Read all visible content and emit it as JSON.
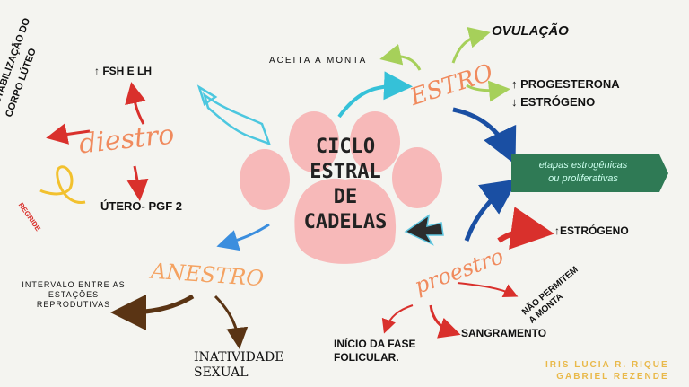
{
  "center": {
    "line1": "CICLO",
    "line2": "ESTRAL",
    "line3": "DE",
    "line4": "CADELAS"
  },
  "phases": {
    "diestro": "diestro",
    "anestro": "ANESTRO",
    "estro": "ESTRO",
    "proestro": "proestro"
  },
  "labels": {
    "fsh_lh": "↑ FSH E LH",
    "corpo_luteo_1": "ESTABILIZAÇÃO DO",
    "corpo_luteo_2": "CORPO LÚTEO",
    "regride": "REGRIDE",
    "utero": "ÚTERO- PGF 2",
    "intervalo_1": "INTERVALO ENTRE AS",
    "intervalo_2": "ESTAÇÕES",
    "intervalo_3": "REPRODUTIVAS",
    "inatividade_1": "INATIVIDADE",
    "inatividade_2": "SEXUAL",
    "aceita": "ACEITA A MONTA",
    "ovulacao": "OVULAÇÃO",
    "progesterona": "↑ PROGESTERONA",
    "estrogeno_down": "↓ ESTRÓGENO",
    "banner_1": "etapas estrogênicas",
    "banner_2": "ou proliferativas",
    "estrogeno_up": "↑ESTRÓGENO",
    "nao_permitem_1": "NÃO PERMITEM",
    "nao_permitem_2": "A MONTA",
    "sangramento": "SANGRAMENTO",
    "inicio_1": "INÍCIO DA FASE",
    "inicio_2": "FOLICULAR.",
    "author_1": "IRIS LUCIA R. RIQUE",
    "author_2": "GABRIEL REZENDE"
  },
  "colors": {
    "background": "#f4f4f0",
    "paw": "#f7b9b9",
    "diestro": "#f08a5d",
    "estro": "#f08a5d",
    "anestro": "#f4a261",
    "proestro": "#f08a5d",
    "banner": "#2f7a55",
    "authors": "#e9b94a"
  }
}
